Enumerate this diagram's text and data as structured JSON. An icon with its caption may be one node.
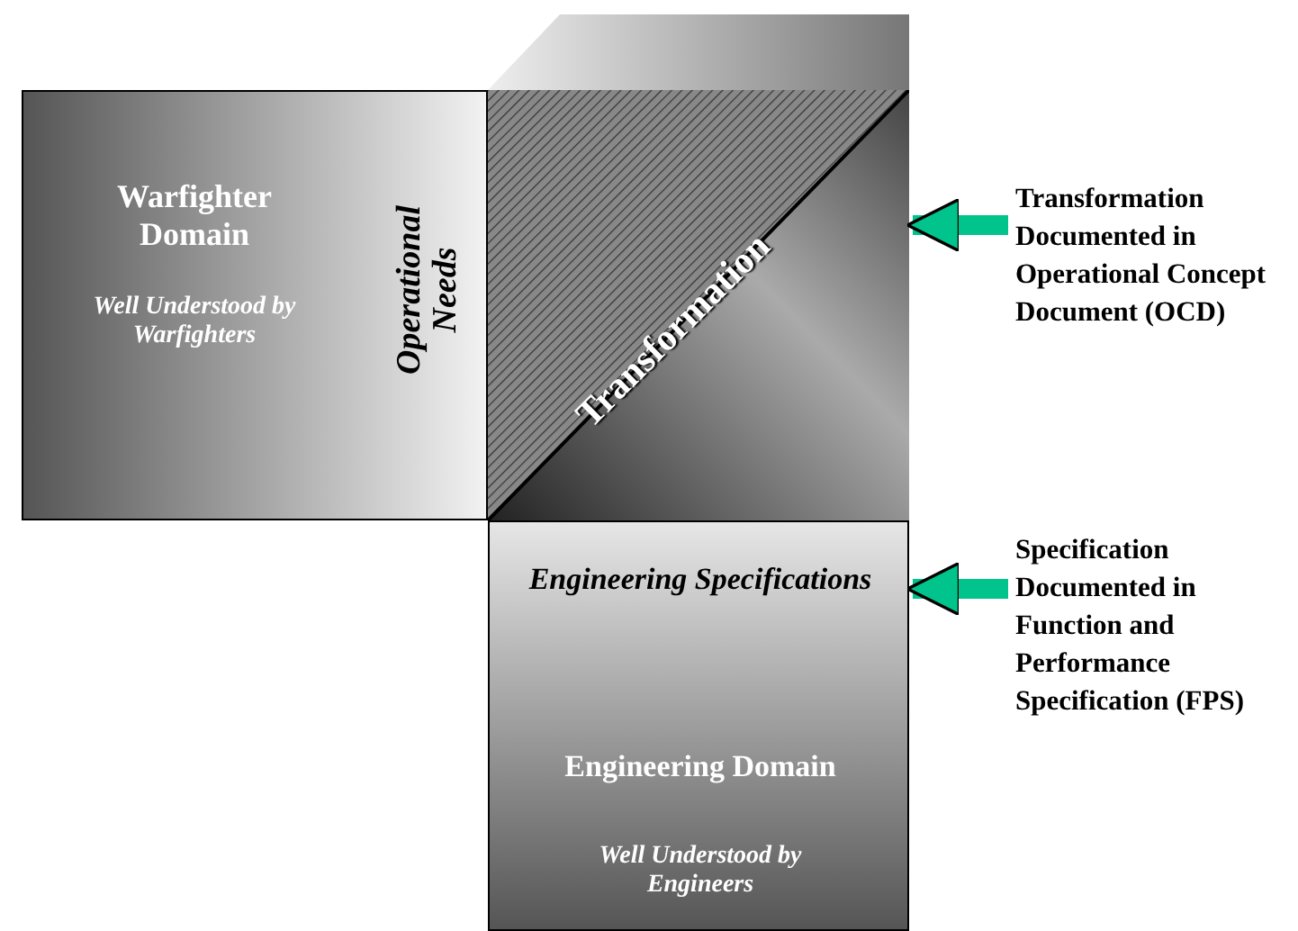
{
  "diagram": {
    "nodes": [
      {
        "text": [
          "Warfighter Domain",
          "Well Understood by Warfighters",
          "Operational Needs"
        ]
      },
      {
        "text": [
          "Transformation"
        ]
      },
      {
        "text": [
          "Engineering Specifications",
          "Engineering Domain",
          "Well Understood by Engineers"
        ]
      },
      {
        "text": [
          "Transformation Documented in Operational Concept Document (OCD)"
        ]
      },
      {
        "text": [
          "Specification Documented in Function and Performance Specification (FPS)"
        ]
      },
      {
        "text": [],
        "shape": "box"
      }
    ],
    "edges": [
      {
        "from": 3,
        "to": 1,
        "arrow": "to",
        "color": "#00c48c"
      },
      {
        "from": 4,
        "to": 2,
        "arrow": "to",
        "color": "#00c48c"
      }
    ]
  }
}
